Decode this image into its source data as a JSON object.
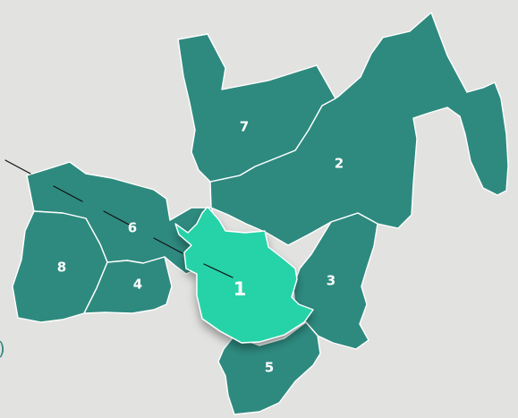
{
  "map": {
    "colors": {
      "background": "#e2e2e0",
      "region": "#2e8a7f",
      "highlight": "#25d3a8",
      "border": "#ffffff",
      "pointer": "#111111",
      "edge_glyph": "#2e8a7f"
    },
    "highlighted_region": "1",
    "regions": [
      {
        "id": "1",
        "label": "1"
      },
      {
        "id": "2",
        "label": "2"
      },
      {
        "id": "3",
        "label": "3"
      },
      {
        "id": "4",
        "label": "4"
      },
      {
        "id": "5",
        "label": "5"
      },
      {
        "id": "6",
        "label": "6"
      },
      {
        "id": "7",
        "label": "7"
      },
      {
        "id": "8",
        "label": "8"
      }
    ],
    "edge_glyph": ")"
  }
}
